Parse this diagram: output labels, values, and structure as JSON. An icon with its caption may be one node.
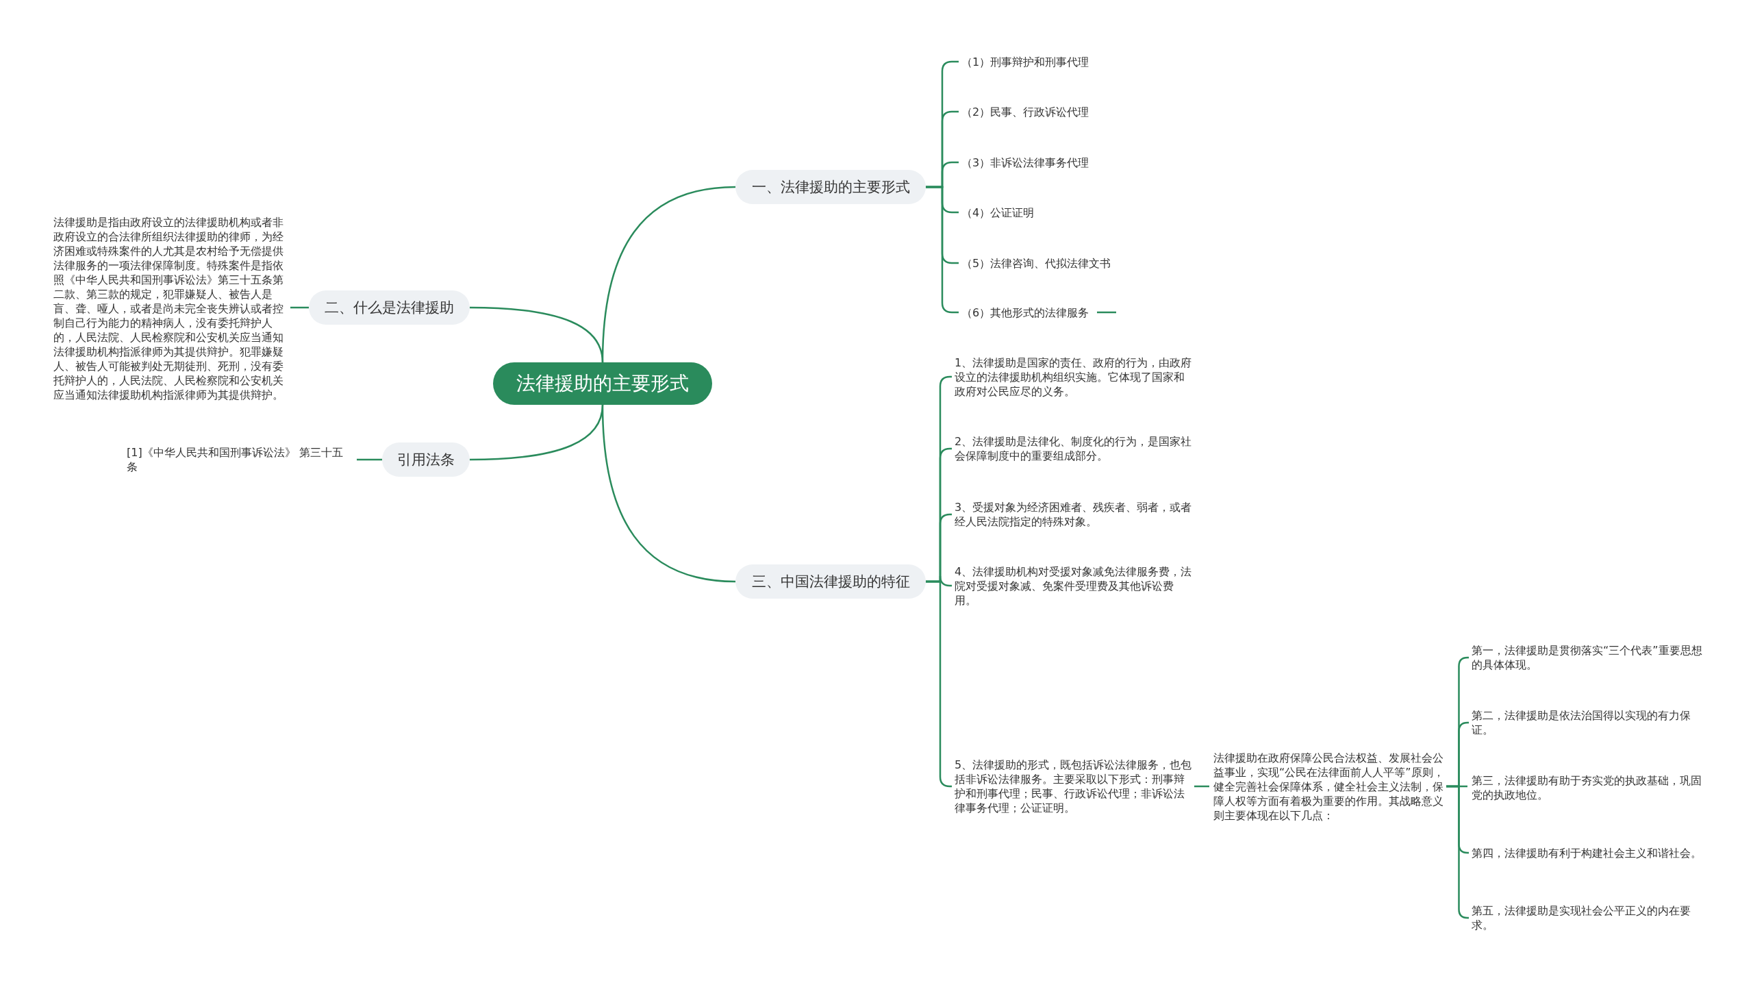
{
  "diagram": {
    "nodes": [
      {
        "text": [
          "法律援助的主要形式"
        ]
      },
      {
        "text": [
          "一、法律援助的主要形式"
        ]
      },
      {
        "text": [
          "（1）刑事辩护和刑事代理"
        ]
      },
      {
        "text": [
          "（2）民事、行政诉讼代理"
        ]
      },
      {
        "text": [
          "（3）非诉讼法律事务代理"
        ]
      },
      {
        "text": [
          "（4）公证证明"
        ]
      },
      {
        "text": [
          "（5）法律咨询、代拟法律文书"
        ]
      },
      {
        "text": [
          "（6）其他形式的法律服务"
        ]
      },
      {
        "text": [
          "二、什么是法律援助"
        ]
      },
      {
        "text": [
          "法律援助是指由政府设立的法律援助机构或者非政府设立的合法律所组织法律援助的律师，为经济困难或特殊案件的人尤其是农村给予无偿提供法律服务的一项法律保障制度。特殊案件是指依照《中华人民共和国刑事诉讼法》第三十五条第二款、第三款的规定，犯罪嫌疑人、被告人是盲、聋、哑人，或者是尚未完全丧失辨认或者控制自己行为能力的精神病人，没有委托辩护人的，人民法院、人民检察院和公安机关应当通知法律援助机构指派律师为其提供辩护。犯罪嫌疑人、被告人可能被判处无期徒刑、死刑，没有委托辩护人的，人民法院、人民检察院和公安机关应当通知法律援助机构指派律师为其提供辩护。"
        ]
      },
      {
        "text": [
          "引用法条"
        ]
      },
      {
        "text": [
          "[1]《中华人民共和国刑事诉讼法》 第三十五条"
        ]
      },
      {
        "text": [
          "三、中国法律援助的特征"
        ]
      },
      {
        "text": [
          "1、法律援助是国家的责任、政府的行为，由政府设立的法律援助机构组织实施。它体现了国家和政府对公民应尽的义务。"
        ]
      },
      {
        "text": [
          "2、法律援助是法律化、制度化的行为，是国家社会保障制度中的重要组成部分。"
        ]
      },
      {
        "text": [
          "3、受援对象为经济困难者、残疾者、弱者，或者经人民法院指定的特殊对象。"
        ]
      },
      {
        "text": [
          "4、法律援助机构对受援对象减免法律服务费，法院对受援对象减、免案件受理费及其他诉讼费用。"
        ]
      },
      {
        "text": [
          "5、法律援助的形式，既包括诉讼法律服务，也包括非诉讼法律服务。主要采取以下形式：刑事辩护和刑事代理；民事、行政诉讼代理；非诉讼法律事务代理；公证证明。"
        ]
      },
      {
        "text": [
          "法律援助在政府保障公民合法权益、发展社会公益事业，实现“公民在法律面前人人平等”原则，健全完善社会保障体系，健全社会主义法制，保障人权等方面有着极为重要的作用。其战略意义则主要体现在以下几点："
        ]
      },
      {
        "text": [
          "第一，法律援助是贯彻落实“三个代表”重要思想的具体体现。"
        ]
      },
      {
        "text": [
          "第二，法律援助是依法治国得以实现的有力保证。"
        ]
      },
      {
        "text": [
          "第三，法律援助有助于夯实党的执政基础，巩固党的执政地位。"
        ]
      },
      {
        "text": [
          "第四，法律援助有利于构建社会主义和谐社会。"
        ]
      },
      {
        "text": [
          "第五，法律援助是实现社会公平正义的内在要求。"
        ]
      }
    ],
    "edges": [
      {
        "from": 0,
        "to": 1,
        "arrow": "none"
      },
      {
        "from": 0,
        "to": 8,
        "arrow": "none"
      },
      {
        "from": 0,
        "to": 10,
        "arrow": "none"
      },
      {
        "from": 0,
        "to": 12,
        "arrow": "none"
      },
      {
        "from": 1,
        "to": 2,
        "arrow": "none"
      },
      {
        "from": 1,
        "to": 3,
        "arrow": "none"
      },
      {
        "from": 1,
        "to": 4,
        "arrow": "none"
      },
      {
        "from": 1,
        "to": 5,
        "arrow": "none"
      },
      {
        "from": 1,
        "to": 6,
        "arrow": "none"
      },
      {
        "from": 1,
        "to": 7,
        "arrow": "none"
      },
      {
        "from": 7,
        "to": null,
        "arrow": "none"
      },
      {
        "from": 8,
        "to": 9,
        "arrow": "none"
      },
      {
        "from": 10,
        "to": 11,
        "arrow": "none"
      },
      {
        "from": 12,
        "to": 13,
        "arrow": "none"
      },
      {
        "from": 12,
        "to": 14,
        "arrow": "none"
      },
      {
        "from": 12,
        "to": 15,
        "arrow": "none"
      },
      {
        "from": 12,
        "to": 16,
        "arrow": "none"
      },
      {
        "from": 12,
        "to": 17,
        "arrow": "none"
      },
      {
        "from": 17,
        "to": 18,
        "arrow": "none"
      },
      {
        "from": 18,
        "to": 19,
        "arrow": "none"
      },
      {
        "from": 18,
        "to": 20,
        "arrow": "none"
      },
      {
        "from": 18,
        "to": 21,
        "arrow": "none"
      },
      {
        "from": 18,
        "to": 22,
        "arrow": "none"
      },
      {
        "from": 18,
        "to": 23,
        "arrow": "none"
      }
    ]
  }
}
